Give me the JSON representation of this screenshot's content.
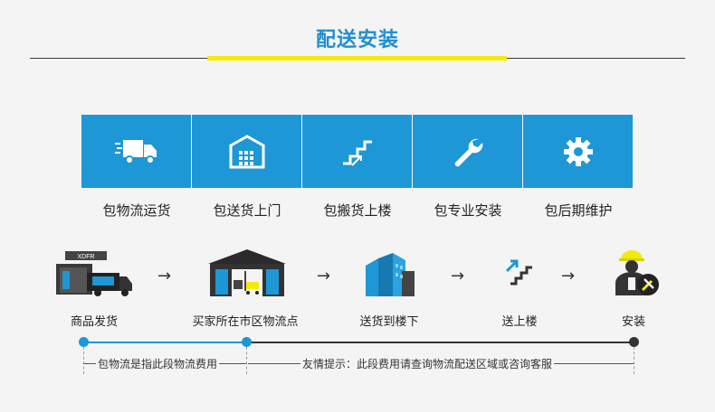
{
  "header": {
    "title": "配送安装"
  },
  "colors": {
    "accent_blue": "#1e97d6",
    "accent_yellow": "#f4ea0a",
    "dark": "#333333"
  },
  "services": [
    {
      "label": "包物流运货",
      "icon": "truck-icon"
    },
    {
      "label": "包送货上门",
      "icon": "warehouse-icon"
    },
    {
      "label": "包搬货上楼",
      "icon": "stairs-icon"
    },
    {
      "label": "包专业安装",
      "icon": "wrench-icon"
    },
    {
      "label": "包后期维护",
      "icon": "gear-icon"
    }
  ],
  "steps": [
    {
      "label": "商品发货",
      "icon": "shipping-truck-icon",
      "sign": "XDFR"
    },
    {
      "label": "买家所在市区物流点",
      "icon": "logistics-depot-icon"
    },
    {
      "label": "送货到楼下",
      "icon": "buildings-icon"
    },
    {
      "label": "送上楼",
      "icon": "upstairs-icon"
    },
    {
      "label": "安装",
      "icon": "installer-icon"
    }
  ],
  "arrow_glyph": "→",
  "notes": {
    "included": "包物流是指此段物流费用",
    "extra": "友情提示：此段费用请查询物流配送区域或咨询客服"
  }
}
